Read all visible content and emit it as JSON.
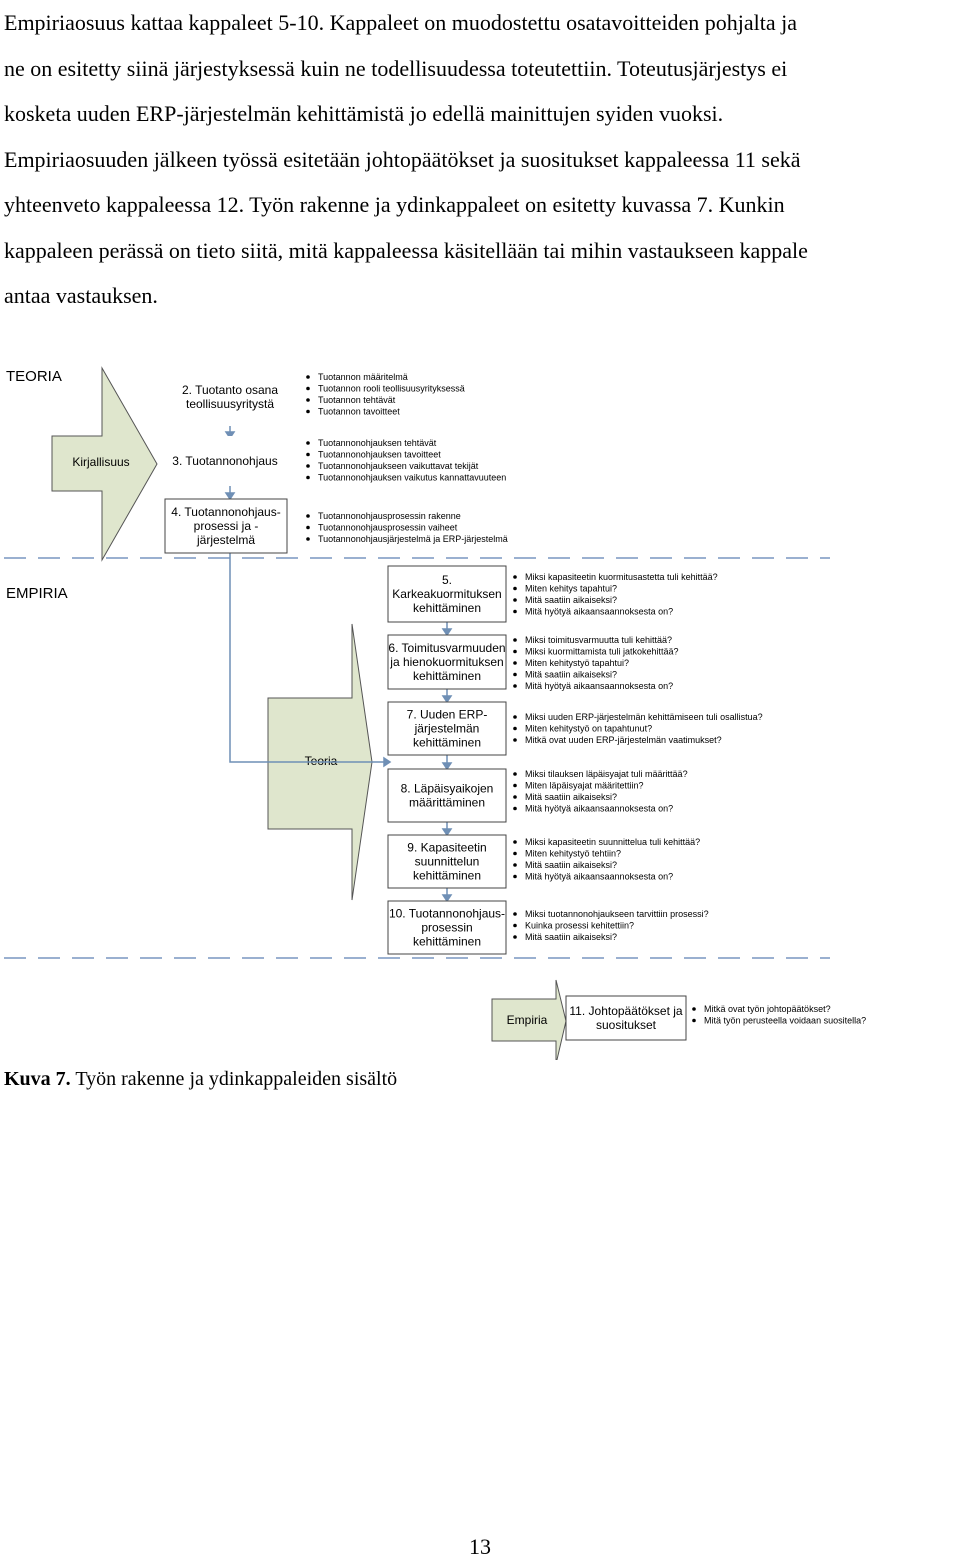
{
  "intro_lines": [
    "Empiriaosuus kattaa kappaleet 5-10. Kappaleet on muodostettu osatavoitteiden pohjalta ja",
    "ne on esitetty siinä järjestyksessä kuin ne todellisuudessa toteutettiin. Toteutusjärjestys ei",
    "kosketa uuden ERP-järjestelmän kehittämistä jo edellä mainittujen syiden vuoksi.",
    "Empiriaosuuden jälkeen työssä esitetään johtopäätökset ja suositukset kappaleessa 11 sekä",
    "yhteenveto kappaleessa 12. Työn rakenne ja ydinkappaleet on esitetty kuvassa 7. Kunkin",
    "kappaleen perässä on tieto siitä, mitä kappaleessa käsitellään tai mihin vastaukseen kappale",
    "antaa vastauksen."
  ],
  "diagram": {
    "section_labels": {
      "teoria": "TEORIA",
      "empiria": "EMPIRIA"
    },
    "arrow_labels": {
      "kirjallisuus": "Kirjallisuus",
      "teoria": "Teoria",
      "empiria": "Empiria"
    },
    "boxes": [
      {
        "lines": [
          "2. Tuotanto osana",
          "teollisuusyritystä"
        ],
        "bordered": false,
        "bullets": [
          "Tuotannon määritelmä",
          "Tuotannon rooli teollisuusyrityksessä",
          "Tuotannon tehtävät",
          "Tuotannon tavoitteet"
        ]
      },
      {
        "lines": [
          "3. Tuotannonohjaus"
        ],
        "bordered": false,
        "bullets": [
          "Tuotannonohjauksen tehtävät",
          "Tuotannonohjauksen tavoitteet",
          "Tuotannonohjaukseen vaikuttavat tekijät",
          "Tuotannonohjauksen vaikutus kannattavuuteen"
        ]
      },
      {
        "lines": [
          "4. Tuotannonohjaus-",
          "prosessi ja -",
          "järjestelmä"
        ],
        "bordered": true,
        "bullets": [
          "Tuotannonohjausprosessin rakenne",
          "Tuotannonohjausprosessin vaiheet",
          "Tuotannonohjausjärjestelmä ja ERP-järjestelmä"
        ]
      },
      {
        "lines": [
          "5.",
          "Karkeakuormituksen",
          "kehittäminen"
        ],
        "bordered": true,
        "bullets": [
          "Miksi kapasiteetin kuormitusastetta tuli kehittää?",
          "Miten kehitys tapahtui?",
          "Mitä saatiin aikaiseksi?",
          "Mitä hyötyä aikaansaannoksesta on?"
        ]
      },
      {
        "lines": [
          "6. Toimitusvarmuuden",
          "ja hienokuormituksen",
          "kehittäminen"
        ],
        "bordered": true,
        "bullets": [
          "Miksi toimitusvarmuutta tuli kehittää?",
          "Miksi kuormittamista tuli jatkokehittää?",
          "Miten kehitystyö tapahtui?",
          "Mitä saatiin aikaiseksi?",
          "Mitä hyötyä aikaansaannoksesta on?"
        ]
      },
      {
        "lines": [
          "7. Uuden ERP-",
          "järjestelmän",
          "kehittäminen"
        ],
        "bordered": true,
        "bullets": [
          "Miksi uuden ERP-järjestelmän kehittämiseen tuli osallistua?",
          "Miten kehitystyö on tapahtunut?",
          "Mitkä ovat uuden ERP-järjestelmän vaatimukset?"
        ]
      },
      {
        "lines": [
          "8. Läpäisyaikojen",
          "määrittäminen"
        ],
        "bordered": true,
        "bullets": [
          "Miksi tilauksen läpäisyajat tuli määrittää?",
          "Miten läpäisyajat määritettiin?",
          "Mitä saatiin aikaiseksi?",
          "Mitä hyötyä aikaansaannoksesta on?"
        ]
      },
      {
        "lines": [
          "9. Kapasiteetin",
          "suunnittelun",
          "kehittäminen"
        ],
        "bordered": true,
        "bullets": [
          "Miksi kapasiteetin suunnittelua tuli kehittää?",
          "Miten kehitystyö tehtiin?",
          "Mitä saatiin aikaiseksi?",
          "Mitä hyötyä aikaansaannoksesta on?"
        ]
      },
      {
        "lines": [
          "10. Tuotannonohjaus-",
          "prosessin",
          "kehittäminen"
        ],
        "bordered": true,
        "bullets": [
          "Miksi tuotannonohjaukseen tarvittiin prosessi?",
          "Kuinka prosessi kehitettiin?",
          "Mitä saatiin aikaiseksi?"
        ]
      },
      {
        "lines": [
          "11. Johtopäätökset ja",
          "suositukset"
        ],
        "bordered": true,
        "bullets": [
          "Mitkä ovat työn johtopäätökset?",
          "Mitä työn perusteella voidaan suositella?"
        ]
      }
    ]
  },
  "caption": {
    "label": "Kuva 7.",
    "text": " Työn rakenne ja ydinkappaleiden sisältö"
  },
  "page_number": "13",
  "colors": {
    "arrow_fill": "#dfe6cd",
    "connector": "#6f8fb5",
    "dash": "#9ab0d0"
  }
}
